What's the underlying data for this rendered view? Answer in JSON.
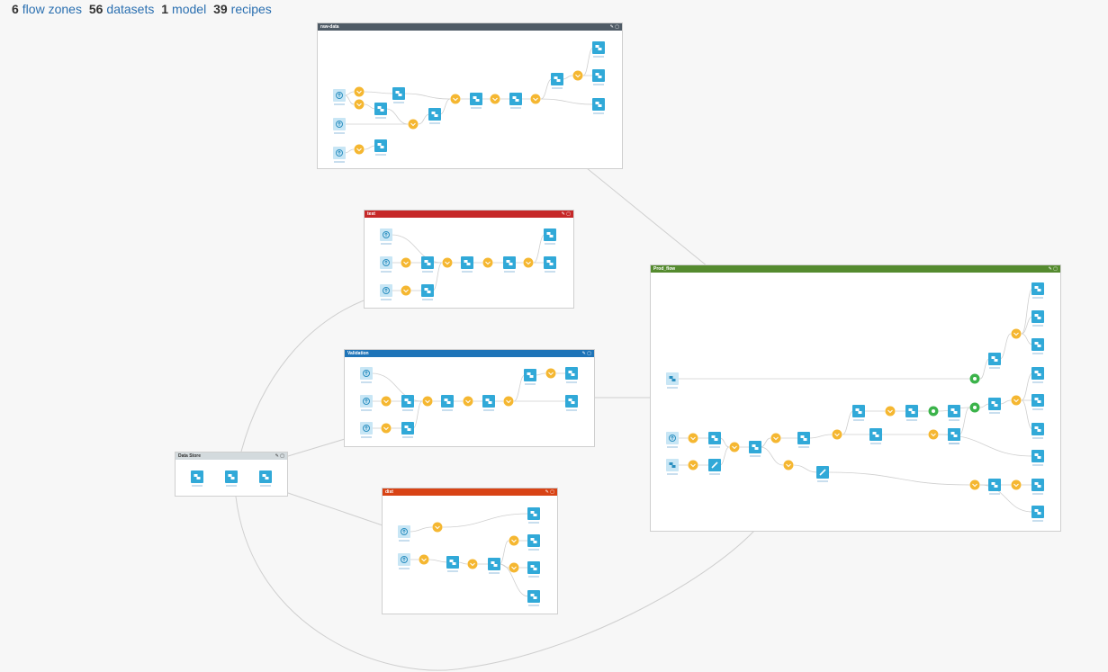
{
  "summary": {
    "zones_count": "6",
    "zones_label": "flow zones",
    "datasets_count": "56",
    "datasets_label": "datasets",
    "models_count": "1",
    "models_label": "model",
    "recipes_count": "39",
    "recipes_label": "recipes"
  },
  "colors": {
    "dataset": "#31a9d8",
    "dataset_input": "#c8e6f5",
    "recipe": "#f5b731",
    "model_recipe": "#3bb34a",
    "link": "#cfcfcf"
  },
  "zones": [
    {
      "id": "raw-data",
      "title": "raw-data",
      "color": "#4f5b66"
    },
    {
      "id": "test",
      "title": "test",
      "color": "#c62828"
    },
    {
      "id": "validation",
      "title": "Validation",
      "color": "#1e74b8"
    },
    {
      "id": "data-store",
      "title": "Data Store",
      "color": "#d3dadd"
    },
    {
      "id": "dist",
      "title": "dist",
      "color": "#d84315"
    },
    {
      "id": "prod-flow",
      "title": "Prod_flow",
      "color": "#558b2f"
    }
  ],
  "zone_icons": {
    "edit": "pencil-icon",
    "expand": "square-icon"
  }
}
